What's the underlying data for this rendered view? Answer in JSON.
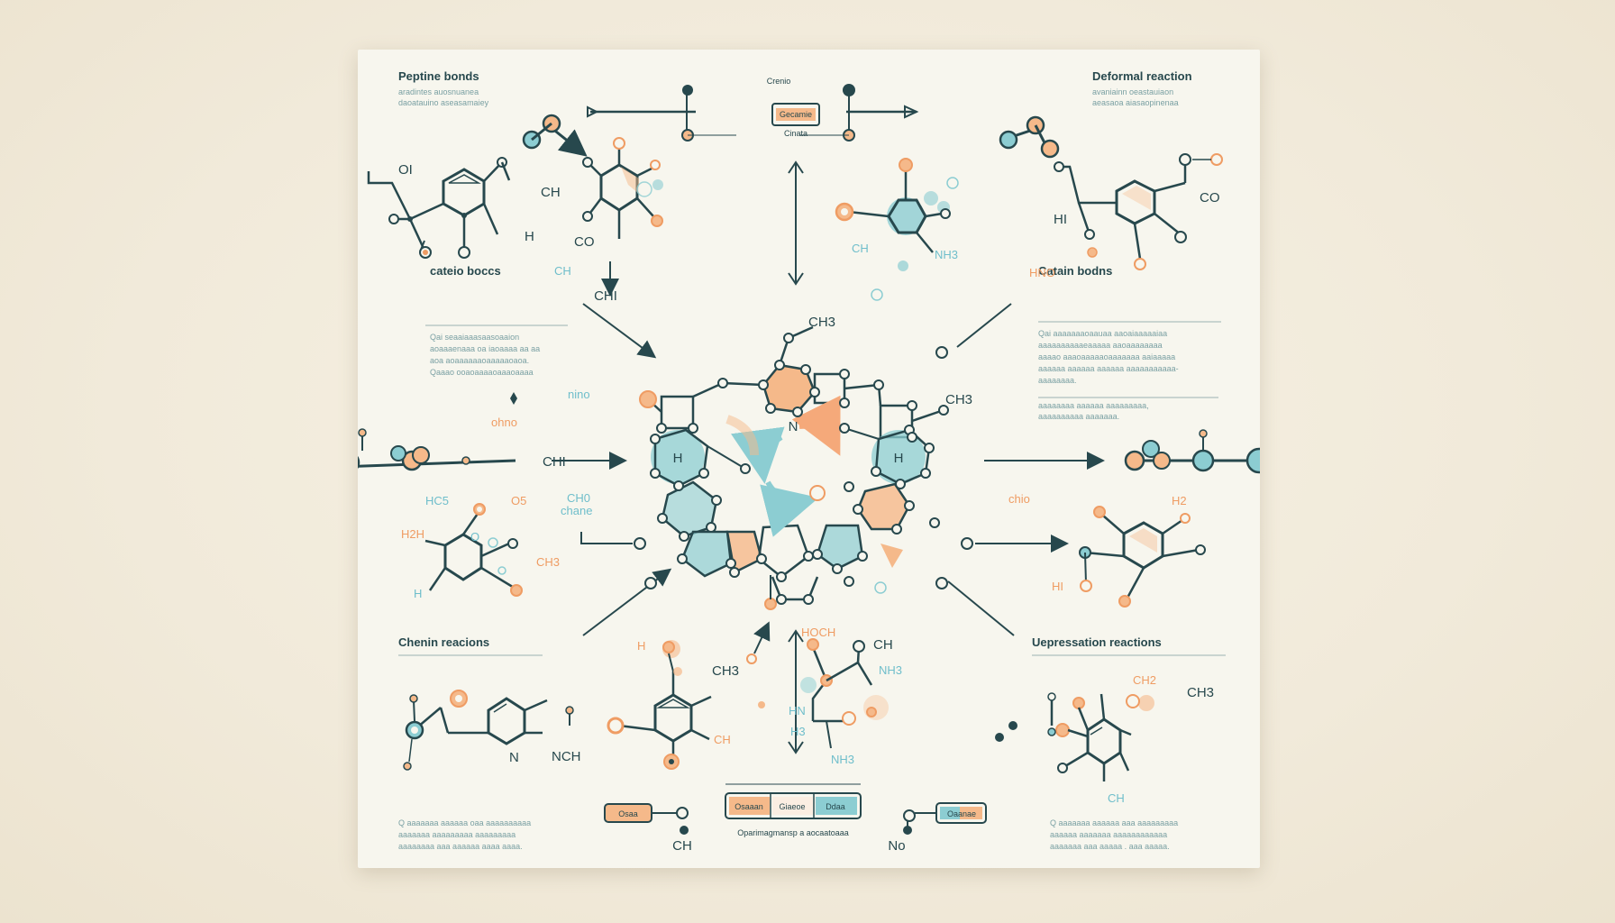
{
  "colors": {
    "background": "#f1eada",
    "poster": "#f7f6ee",
    "bond": "#27484d",
    "teal": "#8ccdd2",
    "orange": "#f5b98a",
    "orange_stroke": "#ef9c63"
  },
  "headings": {
    "top_left": "Peptine bonds",
    "top_right": "Deformal reaction",
    "mid_left": "cateio boccs",
    "mid_right": "Catain bodns",
    "bottom_left": "Chenin reacions",
    "bottom_right": "Uepressation reactions"
  },
  "blurbs": {
    "top_left": [
      "aradintes auosnuanea",
      "daoatauino aseasamaiey"
    ],
    "top_right": [
      "avaniainn oeastauiaon",
      "aeasaoa aiasaopinenaa"
    ],
    "mid_left": [
      "Qai seaaiaaasaasoaaion",
      "aoaaaenaaa oa iaoaaaa aa aa",
      "aoa aoaaaaaaoaaaaaoaoa.",
      "Qaaao ooaoaaaaoaaaoaaaa"
    ],
    "mid_right": [
      "Qai aaaaaaaoaauaa aaoaiaaaaaiaa",
      "aaaaaaaaaaeaaaaa aaoaaaaaaaa",
      "aaaao aaaoaaaaaoaaaaaaa aaiaaaaa",
      "aaaaaa aaaaaa aaaaaa aaaaaaaaaaa-",
      "aaaaaaaa."
    ],
    "mid_right_small": [
      "aaaaaaaa aaaaaa aaaaaaaaa,",
      "aaaaaaaaaa aaaaaaa."
    ],
    "bottom_left": [
      "Q aaaaaaa aaaaaa oaa aaaaaaaaaa",
      "aaaaaaa aaaaaaaaa aaaaaaaaa",
      "aaaaaaaa aaa aaaaaa  aaaa aaaa."
    ],
    "bottom_right": [
      "Q aaaaaaa aaaaaa aaa aaaaaaaaa",
      "aaaaaa aaaaaaa aaaaaaaaaaaa",
      "aaaaaaa aaa aaaaa . aaa aaaaa."
    ]
  },
  "labels": {
    "top_center_small": "Crenio",
    "top_center_button": "Gecamie",
    "top_center_below": "Cinata",
    "atom_oi": "OI",
    "atom_ch_a": "CH",
    "atom_h_a": "H",
    "atom_ch_teal": "CH",
    "atom_co_a": "CO",
    "atom_chi_a": "CHI",
    "atom_ch3_top": "CH3",
    "atom_nh3_a": "NH3",
    "atom_ch_b": "CH",
    "atom_hi": "HI",
    "atom_co_b": "CO",
    "atom_hno": "HNO",
    "atom_nino": "nino",
    "atom_ohno": "ohno",
    "atom_chi_b": "CHI",
    "atom_ch3_right": "CH3",
    "atom_n_center": "N",
    "atom_h_left": "H",
    "atom_h_right": "H",
    "atom_hc5": "HC5",
    "atom_o5": "O5",
    "atom_h2h": "H2H",
    "atom_o": "O",
    "atom_ch3_b": "CH3",
    "atom_h_b": "H",
    "atom_ch0": "CH0",
    "atom_chane": "chane",
    "atom_chio": "chio",
    "atom_h2": "H2",
    "atom_hi_b": "HI",
    "atom_h_c": "H",
    "atom_hoch": "HOCH",
    "atom_ch_c": "CH",
    "atom_nh3_b": "NH3",
    "atom_ch3_c": "CH3",
    "atom_ch_d": "CH",
    "atom_hn": "HN",
    "atom_h3": "H3",
    "atom_nh3_c": "NH3",
    "atom_nch": "NCH",
    "atom_n_b": "N",
    "atom_ch2": "CH2",
    "atom_ch3_d": "CH3",
    "atom_ch_e": "CH",
    "bottom_btn_left": "Osaa",
    "bottom_seg_a": "Osaaan",
    "bottom_seg_b": "Giaeoe",
    "bottom_seg_c": "Ddaa",
    "bottom_seg_caption": "Oparimagmansp a aocaatoaaa",
    "bottom_btn_right": "Oaanae",
    "atom_ch_f": "CH",
    "atom_no": "No"
  }
}
